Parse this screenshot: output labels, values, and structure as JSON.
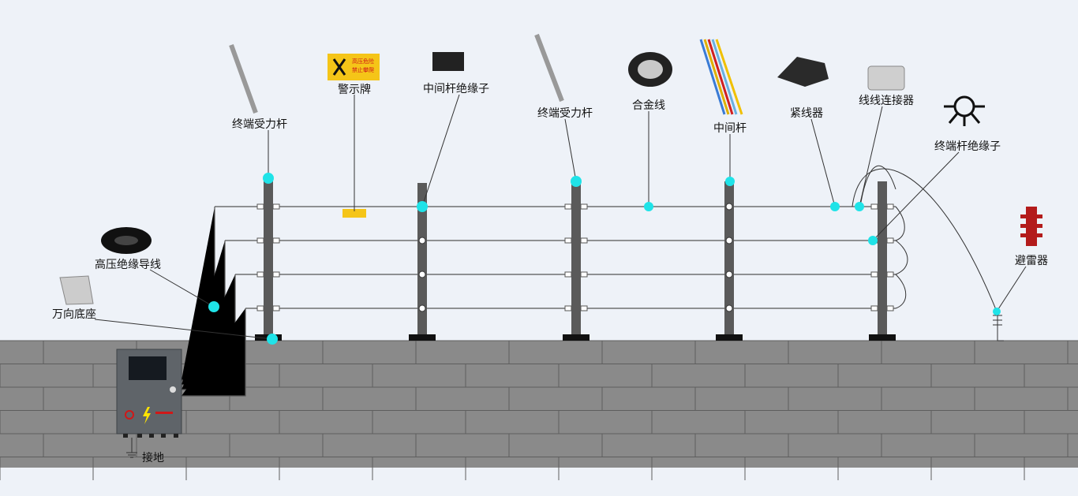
{
  "labels": {
    "terminal_post_1": "终端受力杆",
    "warning_sign": "警示牌",
    "mid_post_insulator": "中间杆绝缘子",
    "terminal_post_2": "终端受力杆",
    "alloy_wire": "合金线",
    "mid_post": "中间杆",
    "tensioner": "紧线器",
    "wire_connector": "线线连接器",
    "terminal_post_insulator": "终端杆绝缘子",
    "lightning_arrester": "避雷器",
    "hv_insulated_wire": "高压绝缘导线",
    "universal_base": "万向底座",
    "grounding": "接地"
  },
  "sign": {
    "line1": "高压危险",
    "line2": "禁止攀爬"
  },
  "colors": {
    "highlight": "#1fe3e8",
    "wall": "#8a8a8a",
    "background": "#eef2f8",
    "sign": "#f5c518"
  }
}
